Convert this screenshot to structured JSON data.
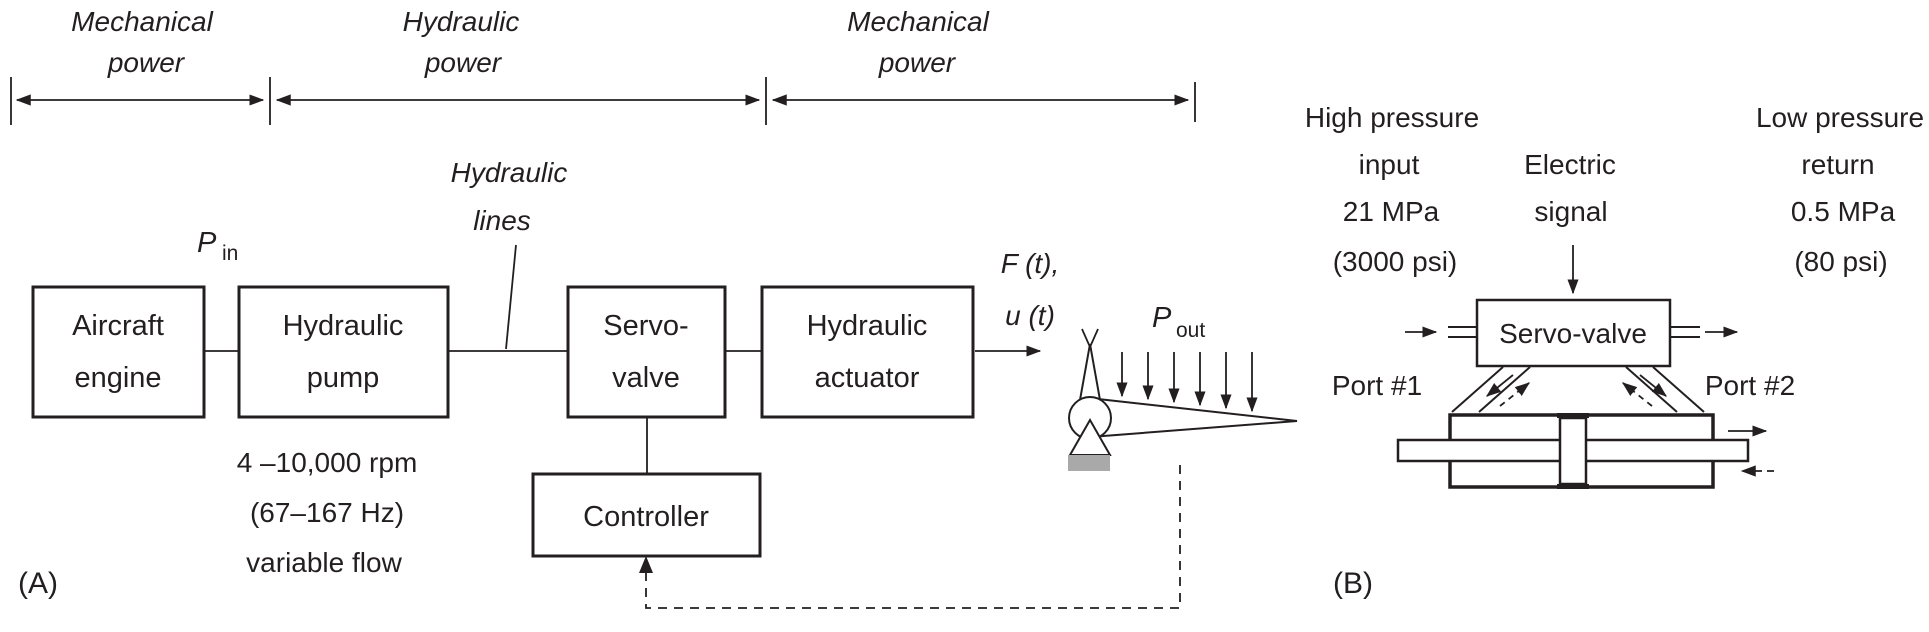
{
  "figure": {
    "colors": {
      "line": "#231f20",
      "base_gray": "#a9a9aa",
      "background": "#ffffff"
    },
    "panel_a": {
      "label": "(A)",
      "power_regions": [
        {
          "line1": "Mechanical",
          "line2": "power"
        },
        {
          "line1": "Hydraulic",
          "line2": "power"
        },
        {
          "line1": "Mechanical",
          "line2": "power"
        }
      ],
      "hydraulic_lines_label": {
        "line1": "Hydraulic",
        "line2": "lines"
      },
      "p_in": {
        "base": "P",
        "sub": "in"
      },
      "p_out": {
        "base": "P",
        "sub": "out"
      },
      "blocks": {
        "aircraft_engine": {
          "line1": "Aircraft",
          "line2": "engine"
        },
        "hydraulic_pump": {
          "line1": "Hydraulic",
          "line2": "pump"
        },
        "servo_valve": {
          "line1": "Servo-",
          "line2": "valve"
        },
        "hydraulic_actuator": {
          "line1": "Hydraulic",
          "line2": "actuator"
        },
        "controller": "Controller"
      },
      "pump_specs": [
        "4 –10,000 rpm",
        "(67–167 Hz)",
        "variable flow"
      ],
      "output_labels": {
        "force": "F (t),",
        "displacement": "u (t)"
      }
    },
    "panel_b": {
      "label": "(B)",
      "high_pressure": [
        "High pressure",
        "input",
        "21 MPa",
        "(3000 psi)"
      ],
      "electric_signal": [
        "Electric",
        "signal"
      ],
      "low_pressure": [
        "Low pressure",
        "return",
        "0.5 MPa",
        "(80 psi)"
      ],
      "servo_valve": "Servo-valve",
      "port1": "Port #1",
      "port2": "Port #2"
    }
  }
}
